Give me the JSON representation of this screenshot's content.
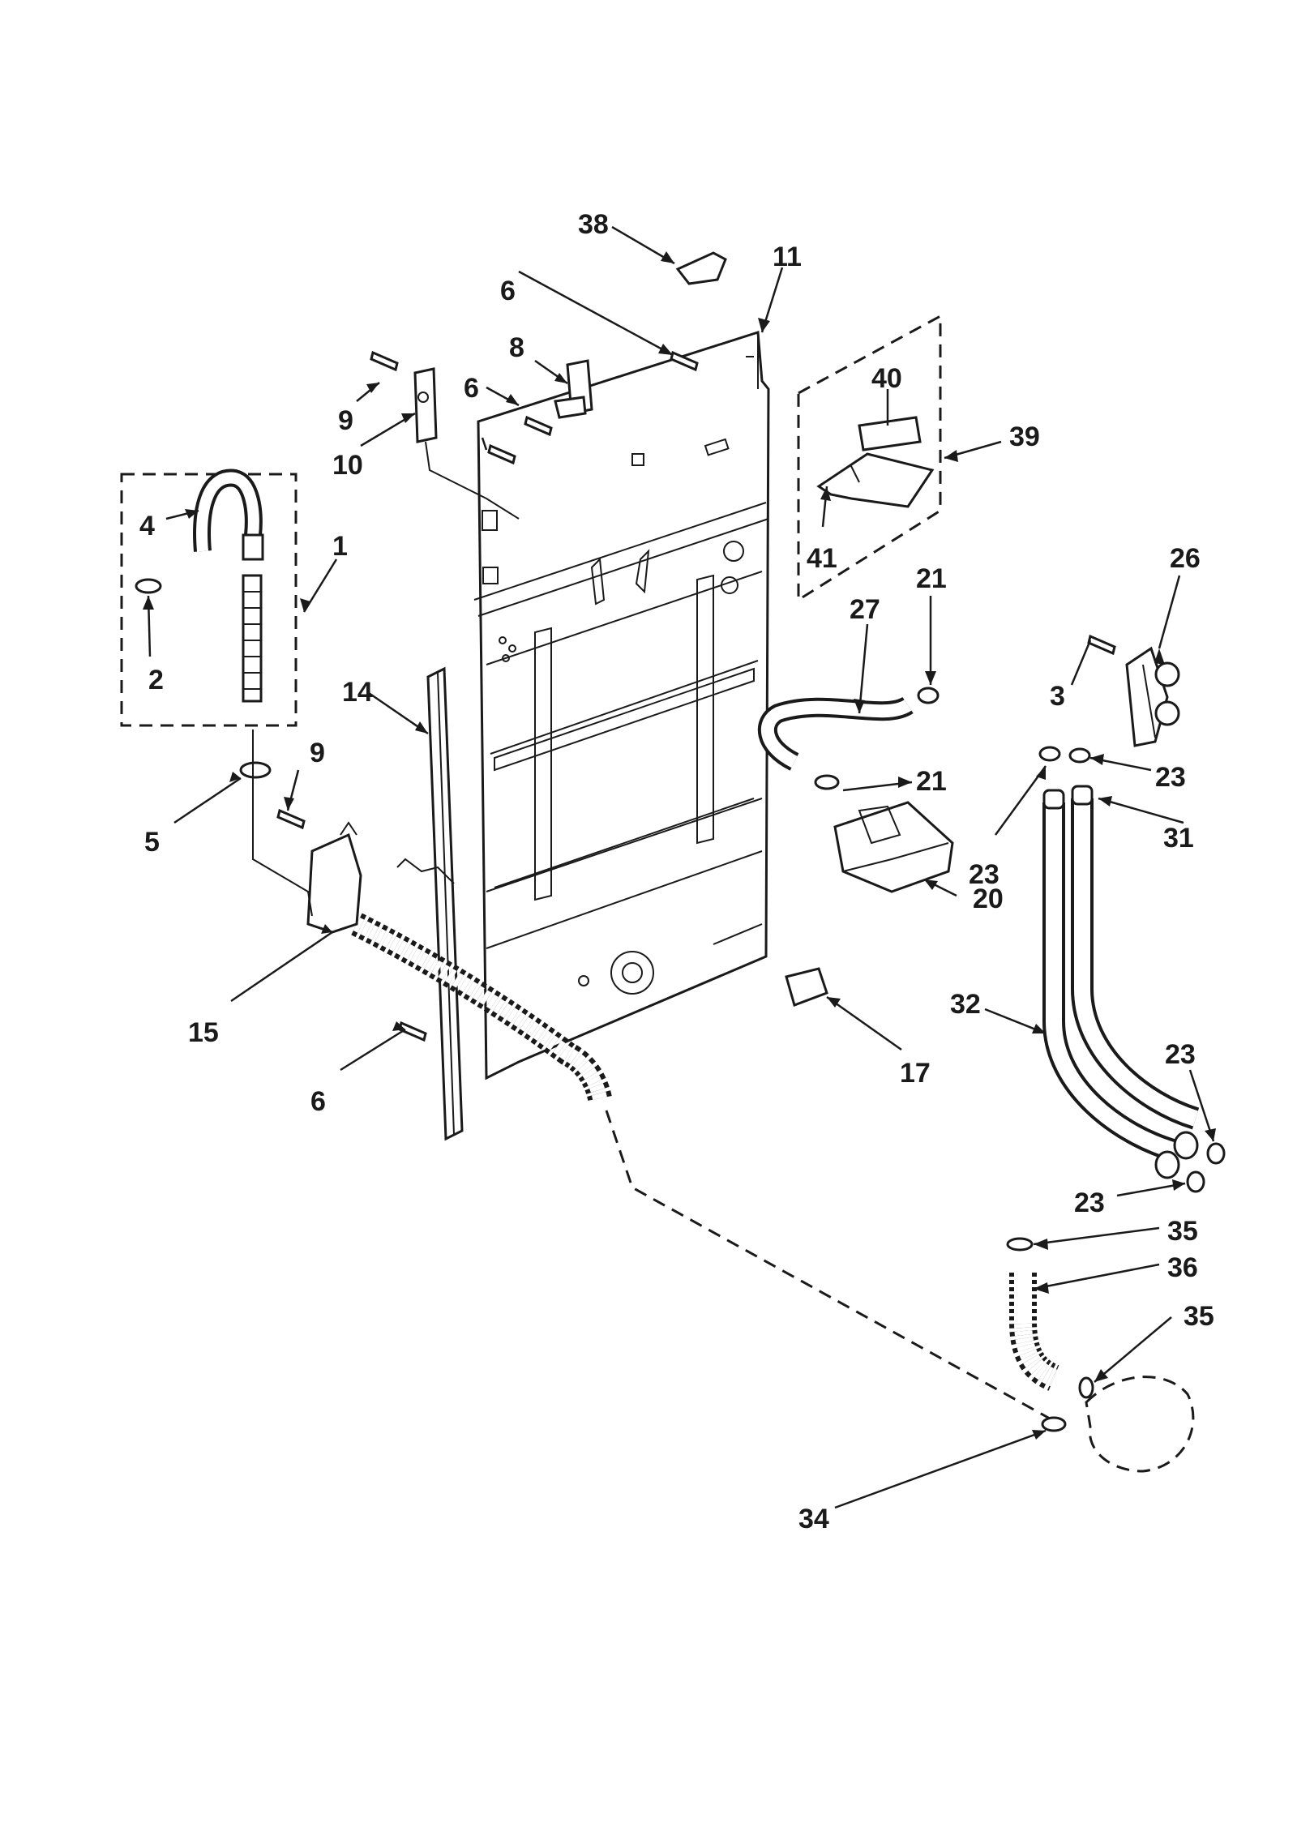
{
  "diagram": {
    "callouts": [
      {
        "id": "c38",
        "text": "38"
      },
      {
        "id": "c11",
        "text": "11"
      },
      {
        "id": "c6a",
        "text": "6"
      },
      {
        "id": "c8",
        "text": "8"
      },
      {
        "id": "c6b",
        "text": "6"
      },
      {
        "id": "c9a",
        "text": "9"
      },
      {
        "id": "c10",
        "text": "10"
      },
      {
        "id": "c40",
        "text": "40"
      },
      {
        "id": "c39",
        "text": "39"
      },
      {
        "id": "c41",
        "text": "41"
      },
      {
        "id": "c4",
        "text": "4"
      },
      {
        "id": "c1",
        "text": "1"
      },
      {
        "id": "c2",
        "text": "2"
      },
      {
        "id": "c21a",
        "text": "21"
      },
      {
        "id": "c27",
        "text": "27"
      },
      {
        "id": "c26",
        "text": "26"
      },
      {
        "id": "c3",
        "text": "3"
      },
      {
        "id": "c14",
        "text": "14"
      },
      {
        "id": "c9b",
        "text": "9"
      },
      {
        "id": "c5",
        "text": "5"
      },
      {
        "id": "c21b",
        "text": "21"
      },
      {
        "id": "c23a",
        "text": "23"
      },
      {
        "id": "c31",
        "text": "31"
      },
      {
        "id": "c23b",
        "text": "23"
      },
      {
        "id": "c20",
        "text": "20"
      },
      {
        "id": "c15",
        "text": "15"
      },
      {
        "id": "c17",
        "text": "17"
      },
      {
        "id": "c32",
        "text": "32"
      },
      {
        "id": "c6c",
        "text": "6"
      },
      {
        "id": "c23c",
        "text": "23"
      },
      {
        "id": "c23d",
        "text": "23"
      },
      {
        "id": "c35a",
        "text": "35"
      },
      {
        "id": "c36",
        "text": "36"
      },
      {
        "id": "c35b",
        "text": "35"
      },
      {
        "id": "c34",
        "text": "34"
      }
    ]
  }
}
